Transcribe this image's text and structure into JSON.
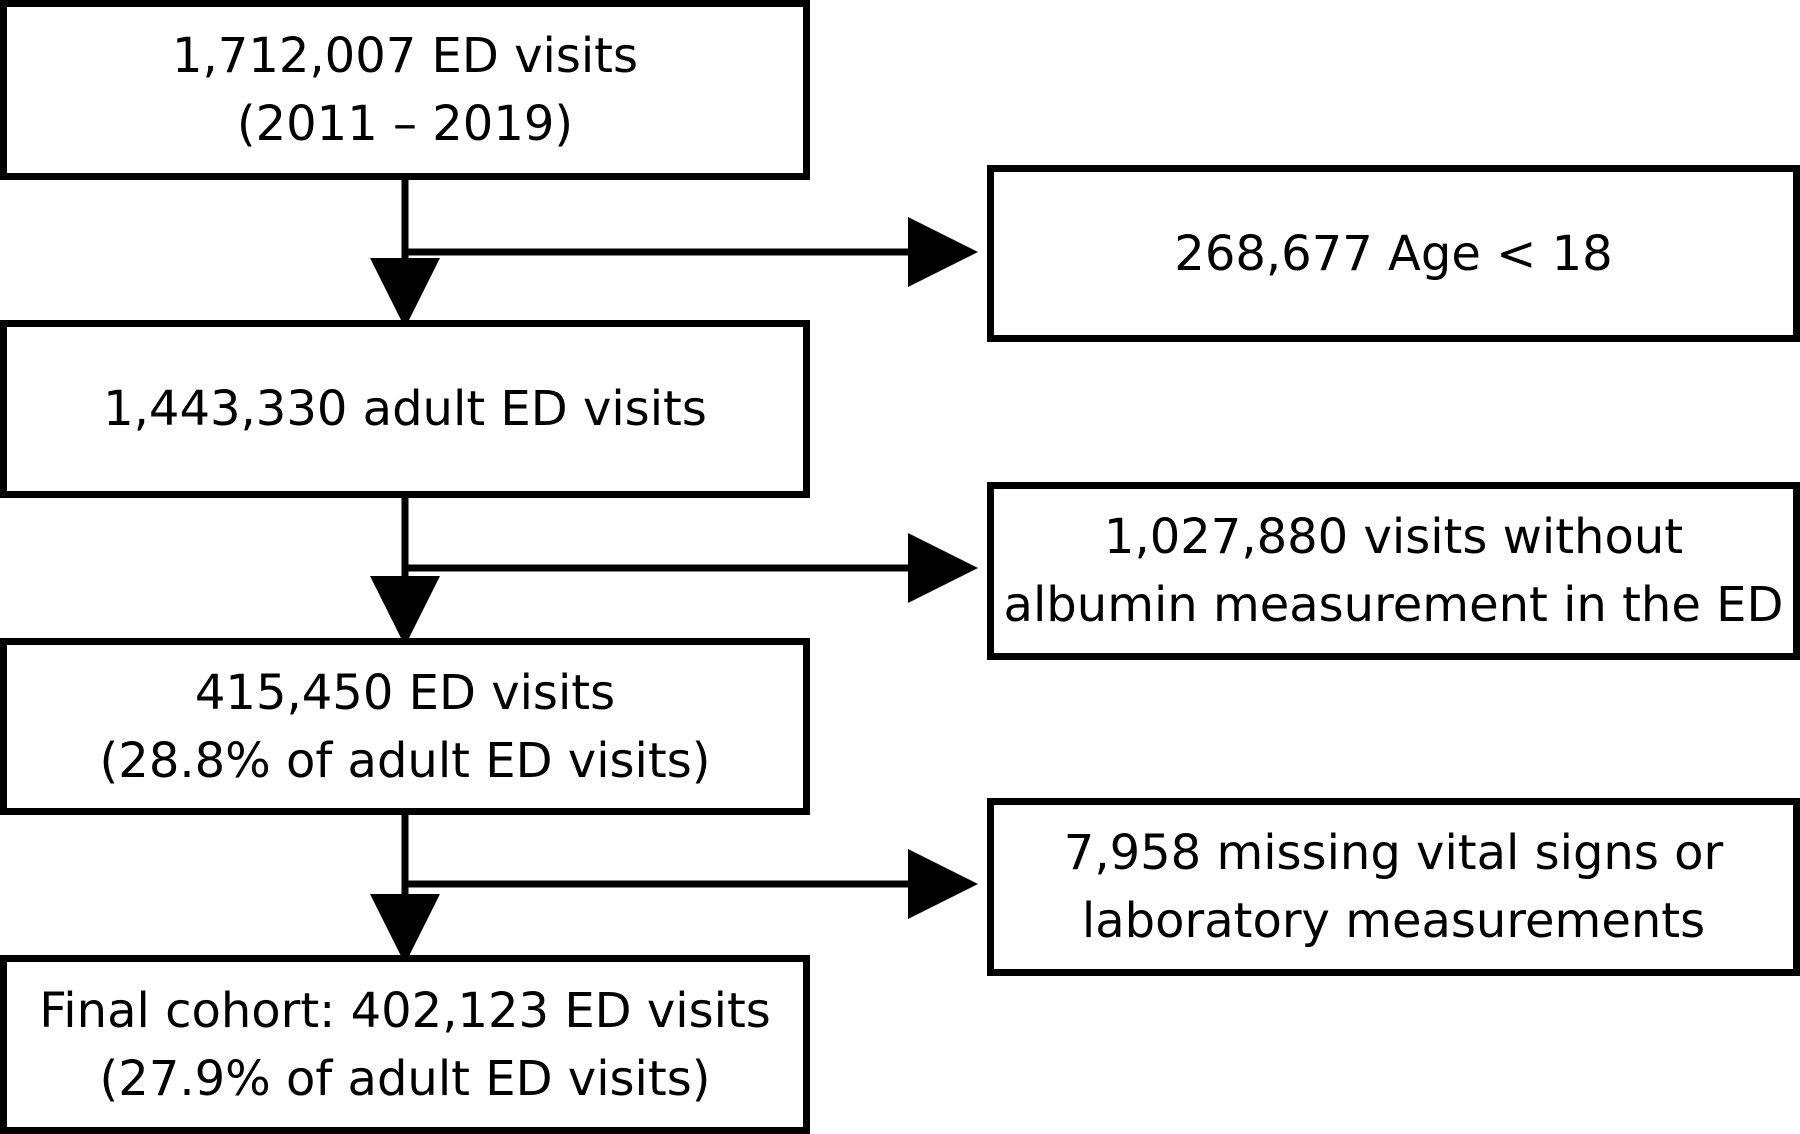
{
  "flowchart": {
    "main_steps": [
      {
        "lines": [
          "1,712,007 ED visits",
          "(2011 – 2019)"
        ]
      },
      {
        "lines": [
          "1,443,330 adult ED visits"
        ]
      },
      {
        "lines": [
          "415,450 ED visits",
          "(28.8% of adult ED visits)"
        ]
      },
      {
        "lines": [
          "Final cohort: 402,123 ED visits",
          "(27.9% of adult ED visits)"
        ]
      }
    ],
    "exclusions": [
      {
        "lines": [
          "268,677 Age < 18"
        ]
      },
      {
        "lines": [
          "1,027,880 visits without",
          "albumin measurement in the ED"
        ]
      },
      {
        "lines": [
          "7,958 missing vital signs or",
          "laboratory measurements"
        ]
      }
    ]
  },
  "colors": {
    "stroke": "#000000",
    "background": "#ffffff",
    "text": "#000000"
  }
}
